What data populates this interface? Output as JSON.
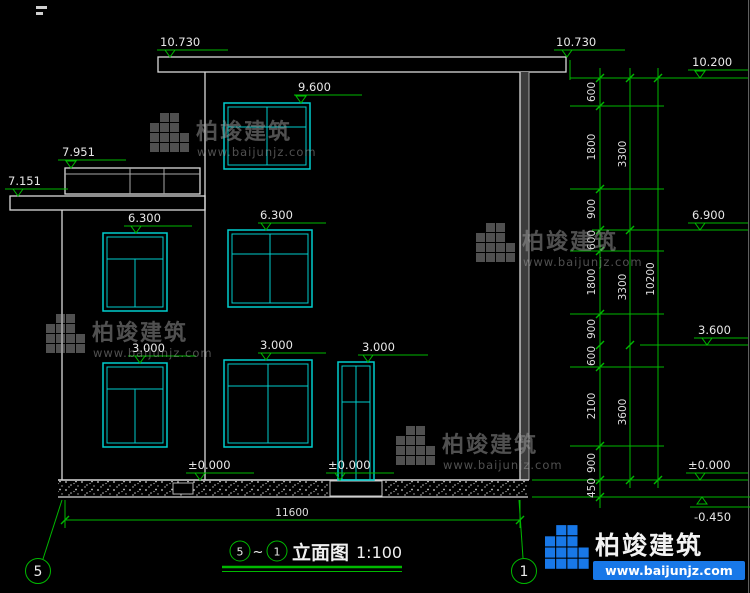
{
  "watermark": {
    "brand": "柏竣建筑",
    "url": "www.baijunjz.com"
  },
  "footer": {
    "brand": "柏竣建筑",
    "url": "www.baijunjz.com"
  },
  "title": {
    "bubble_left": "5",
    "separator": "~",
    "bubble_right": "1",
    "name": "立面图",
    "scale": "1:100"
  },
  "grid": {
    "left_bubble": "5",
    "right_bubble": "1"
  },
  "elevations": {
    "roof_left": "10.730",
    "roof_right": "10.730",
    "parapet_right": "10.200",
    "win3_top": "9.600",
    "railing_top": "7.951",
    "canopy_slab": "7.151",
    "win2_left": "6.300",
    "win2_mid": "6.300",
    "floor2_right": "6.900",
    "win1_left": "3.000",
    "win1_mid": "3.000",
    "door_top": "3.000",
    "floor1_right": "3.600",
    "ground_left": "±0.000",
    "ground_mid": "±0.000",
    "ground_right": "±0.000",
    "footing": "-0.450"
  },
  "dims": {
    "right_inner": [
      "600",
      "1800",
      "900",
      "600",
      "1800",
      "900",
      "600",
      "2100",
      "900",
      "450"
    ],
    "right_mid": [
      "3300",
      "3300",
      "3600"
    ],
    "right_outer": "10200",
    "bottom_total": "11600"
  }
}
